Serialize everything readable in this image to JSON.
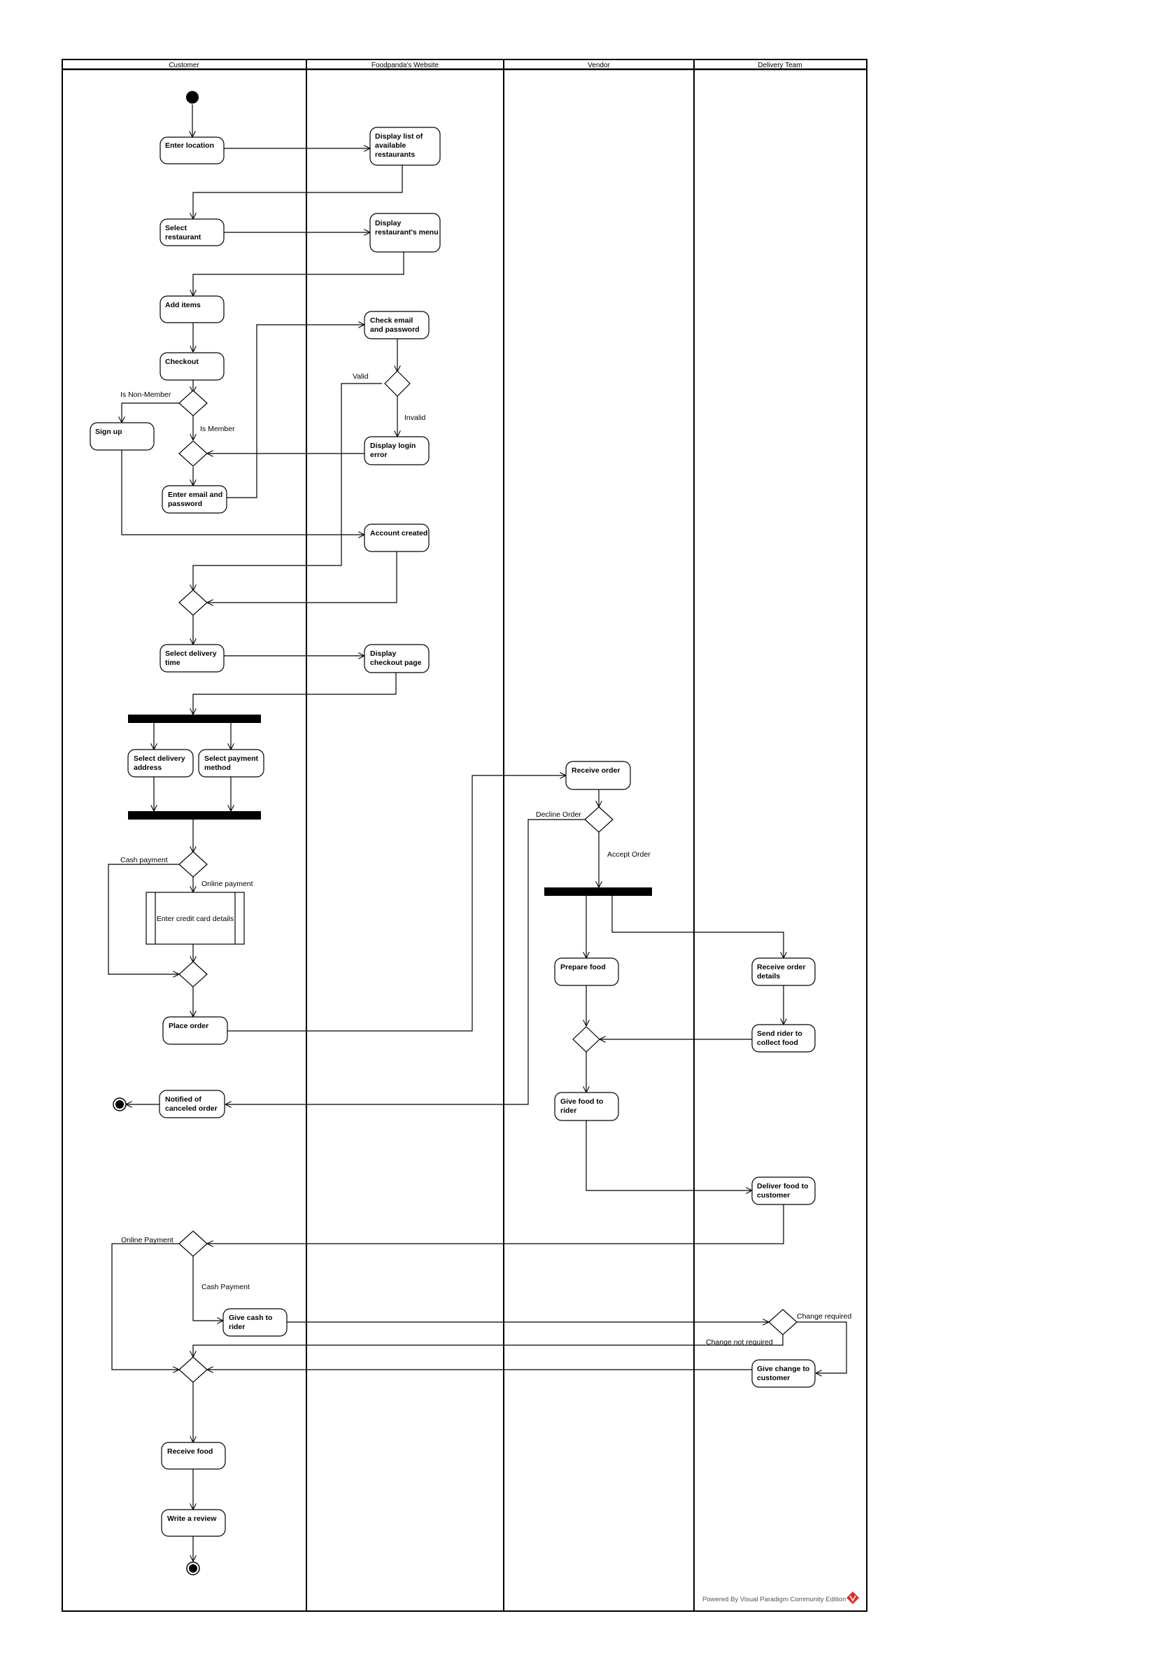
{
  "lanes": [
    "Customer",
    "Foodpanda's Website",
    "Vendor",
    "Delivery Team"
  ],
  "activities": {
    "enter_location": [
      "Enter location"
    ],
    "display_restaurants": [
      "Display list of",
      "available",
      "restaurants"
    ],
    "select_restaurant": [
      "Select",
      "restaurant"
    ],
    "display_menu": [
      "Display",
      "restaurant's menu"
    ],
    "add_items": [
      "Add items"
    ],
    "check_email": [
      "Check email",
      "and password"
    ],
    "checkout": [
      "Checkout"
    ],
    "sign_up": [
      "Sign up"
    ],
    "display_login_error": [
      "Display login",
      "error"
    ],
    "enter_email": [
      "Enter email and",
      "password"
    ],
    "account_created": [
      "Account created"
    ],
    "select_delivery_time": [
      "Select delivery",
      "time"
    ],
    "display_checkout": [
      "Display",
      "checkout page"
    ],
    "select_delivery_address": [
      "Select delivery",
      "address"
    ],
    "select_payment_method": [
      "Select payment",
      "method"
    ],
    "receive_order": [
      "Receive order"
    ],
    "enter_credit_card": [
      "Enter credit card details"
    ],
    "prepare_food": [
      "Prepare food"
    ],
    "receive_order_details": [
      "Receive order",
      "details"
    ],
    "place_order": [
      "Place order"
    ],
    "send_rider": [
      "Send rider to",
      "collect food"
    ],
    "notified_canceled": [
      "Notified of",
      "canceled order"
    ],
    "give_food": [
      "Give food to",
      "rider"
    ],
    "deliver_food": [
      "Deliver food to",
      "customer"
    ],
    "give_cash": [
      "Give cash to",
      "rider"
    ],
    "give_change": [
      "Give change to",
      "customer"
    ],
    "receive_food": [
      "Receive food"
    ],
    "write_review": [
      "Write a review"
    ]
  },
  "guards": {
    "valid": "Valid",
    "invalid": "Invalid",
    "is_non_member": "Is Non-Member",
    "is_member": "Is Member",
    "cash_payment": "Cash payment",
    "online_payment": "Online payment",
    "decline_order": "Decline Order",
    "accept_order": "Accept Order",
    "online_payment_2": "Online Payment",
    "cash_payment_2": "Cash Payment",
    "change_required": "Change required",
    "change_not_required": "Change not required"
  },
  "footer": "Powered By Visual Paradigm Community Edition"
}
